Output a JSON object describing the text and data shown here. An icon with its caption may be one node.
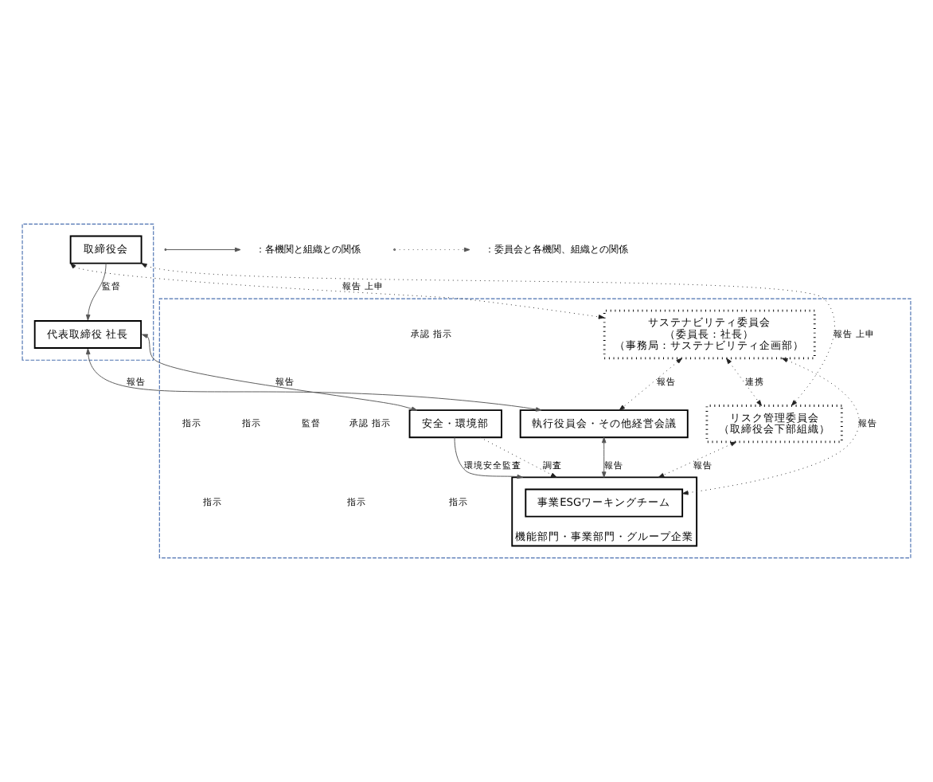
{
  "diagram": {
    "nodes": [
      {
        "text": [],
        "shape": "box"
      },
      {
        "text": [
          "取締役会"
        ],
        "in": 0
      },
      {
        "text": [
          "代表取締役 社長"
        ],
        "in": 0
      },
      {
        "text": [],
        "shape": "box"
      },
      {
        "text": [
          "サステナビリティ委員会",
          "（委員長：社長）",
          "（事務局：サステナビリティ企画部）"
        ],
        "in": 3
      },
      {
        "text": [
          "リスク管理委員会",
          "（取締役会下部組織）"
        ],
        "in": 3
      },
      {
        "text": [
          "執行役員会・その他経営会議"
        ],
        "in": 3
      },
      {
        "text": [
          "機能部門・事業部門・グループ企業"
        ],
        "in": 3
      },
      {
        "text": [
          "事業ESGワーキングチーム"
        ],
        "in": 7
      },
      {
        "text": [
          "安全・環境部"
        ],
        "in": 3
      }
    ],
    "edges": [
      {
        "from": 1,
        "to": 2,
        "arrow": "to",
        "label": "監督"
      },
      {
        "from": 4,
        "to": 1,
        "arrow": "both",
        "label": "報告 上申",
        "style": "dashed"
      },
      {
        "from": 5,
        "to": 1,
        "arrow": "both",
        "label": "報告 上申",
        "style": "dashed"
      },
      {
        "from": 6,
        "to": 2,
        "arrow": "both",
        "label": "報告"
      },
      {
        "from": 9,
        "to": 2,
        "arrow": "both",
        "label": "報告"
      },
      {
        "from": 4,
        "to": 5,
        "arrow": "both",
        "label": "連携",
        "style": "dashed"
      },
      {
        "from": 4,
        "to": 6,
        "arrow": "both",
        "label": "報告",
        "style": "dashed"
      },
      {
        "from": 8,
        "to": 4,
        "arrow": "both",
        "label": "報告",
        "style": "dashed"
      },
      {
        "from": 7,
        "to": 5,
        "arrow": "both",
        "label": "報告",
        "style": "dashed"
      },
      {
        "from": 7,
        "to": 6,
        "arrow": "both",
        "label": "報告"
      },
      {
        "from": 9,
        "to": 7,
        "arrow": "to",
        "label": "調査",
        "style": "dashed"
      },
      {
        "from": 9,
        "to": 7,
        "arrow": "to",
        "label": "環境安全監査"
      }
    ],
    "labels": [
      "承認 指示",
      "承認 指示",
      "監督",
      "指示",
      "指示",
      "指示",
      "指示",
      "指示"
    ],
    "legend": [
      {
        "text": "：各機関と組織との関係"
      },
      {
        "text": "：委員会と各機関、組織との関係"
      }
    ]
  }
}
